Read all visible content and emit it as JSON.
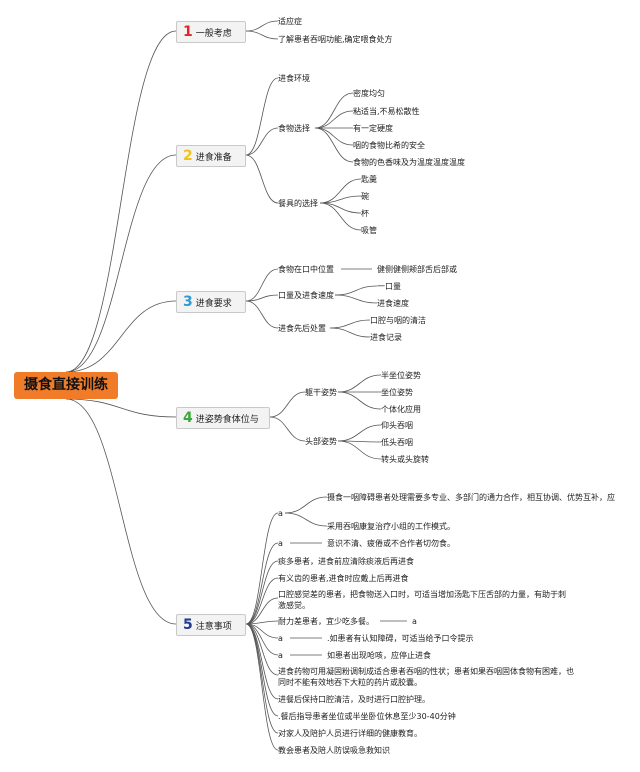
{
  "root": "摄食直接训练",
  "sections": [
    {
      "num": "1",
      "label": "一般考虑",
      "color": "#e0262b"
    },
    {
      "num": "2",
      "label": "进食准备",
      "color": "#f2c21a"
    },
    {
      "num": "3",
      "label": "进食要求",
      "color": "#2e9bd6"
    },
    {
      "num": "4",
      "label": "进姿势食体位与",
      "color": "#3aa935"
    },
    {
      "num": "5",
      "label": "注意事项",
      "color": "#1f3a93"
    }
  ],
  "s1": [
    "适应症",
    "了解患者吞咽功能,确定喂食处方"
  ],
  "s2": {
    "env": "进食环境",
    "food": "食物选择",
    "food_items": [
      "密度均匀",
      "粘适当,不易松散性",
      "有一定硬度",
      "咽的食物比希的安全",
      "食物的色香味及为温度温度温度"
    ],
    "utensils": "餐具的选择",
    "utensil_items": [
      "匙羹",
      "碗",
      "杯",
      "吸管"
    ]
  },
  "s3": {
    "pos": "食物在口中位置",
    "pos_item": "健侧健侧颊部舌后部或",
    "amount": "口量及进食速度",
    "amount_items": [
      "一口量",
      "进食速度"
    ],
    "order": "进食先后处置",
    "order_items": [
      "口腔与咽的清洁",
      "进食记录"
    ]
  },
  "s4": {
    "trunk": "躯干姿势",
    "trunk_items": [
      "半坐位姿势",
      "坐位姿势",
      "个体化应用"
    ],
    "head": "头部姿势",
    "head_items": [
      "仰头吞咽",
      "低头吞咽",
      "转头或头旋转"
    ]
  },
  "s5": {
    "a1": "a",
    "a1_items": [
      "摄食一咽障碍患者处理需要多专业、多部门的通力合作，相互协调、优势互补，应",
      "采用吞咽康复治疗小组的工作模式。"
    ],
    "a2": "a",
    "a2_text": "意识不清、疲倦或不合作者切勿食。",
    "r1": "痰多患者，进食前应清除痰液后再进食",
    "r2": "有义齿的患者,进食时应戴上后再进食",
    "r3": "口腔感觉差的患者，把食物送入口时，可适当增加汤匙下压舌部的力量，有助于刺激感觉。",
    "r4": "耐力差患者，宜少吃多餐。",
    "r4_a": "a",
    "a3": "a",
    "a3_text": ".如患者有认知障碍，可适当给予口令提示",
    "a4": "a",
    "a4_text": "如患者出现呛咳，应停止进食",
    "r5": "进食药物可用凝固粉调制成适合患者吞咽的性状；患者如果吞咽固体食物有困难，也同时不能有效地吞下大粒的药片或胶囊。",
    "r6": "进餐后保持口腔清洁，及时进行口腔护理。",
    "r7": ".餐后指导患者坐位或半坐卧位休息至少30-40分钟",
    "r8": "对家人及陪护人员进行详细的健康教育。",
    "r9": "教会患者及陪人防误吸急救知识"
  }
}
